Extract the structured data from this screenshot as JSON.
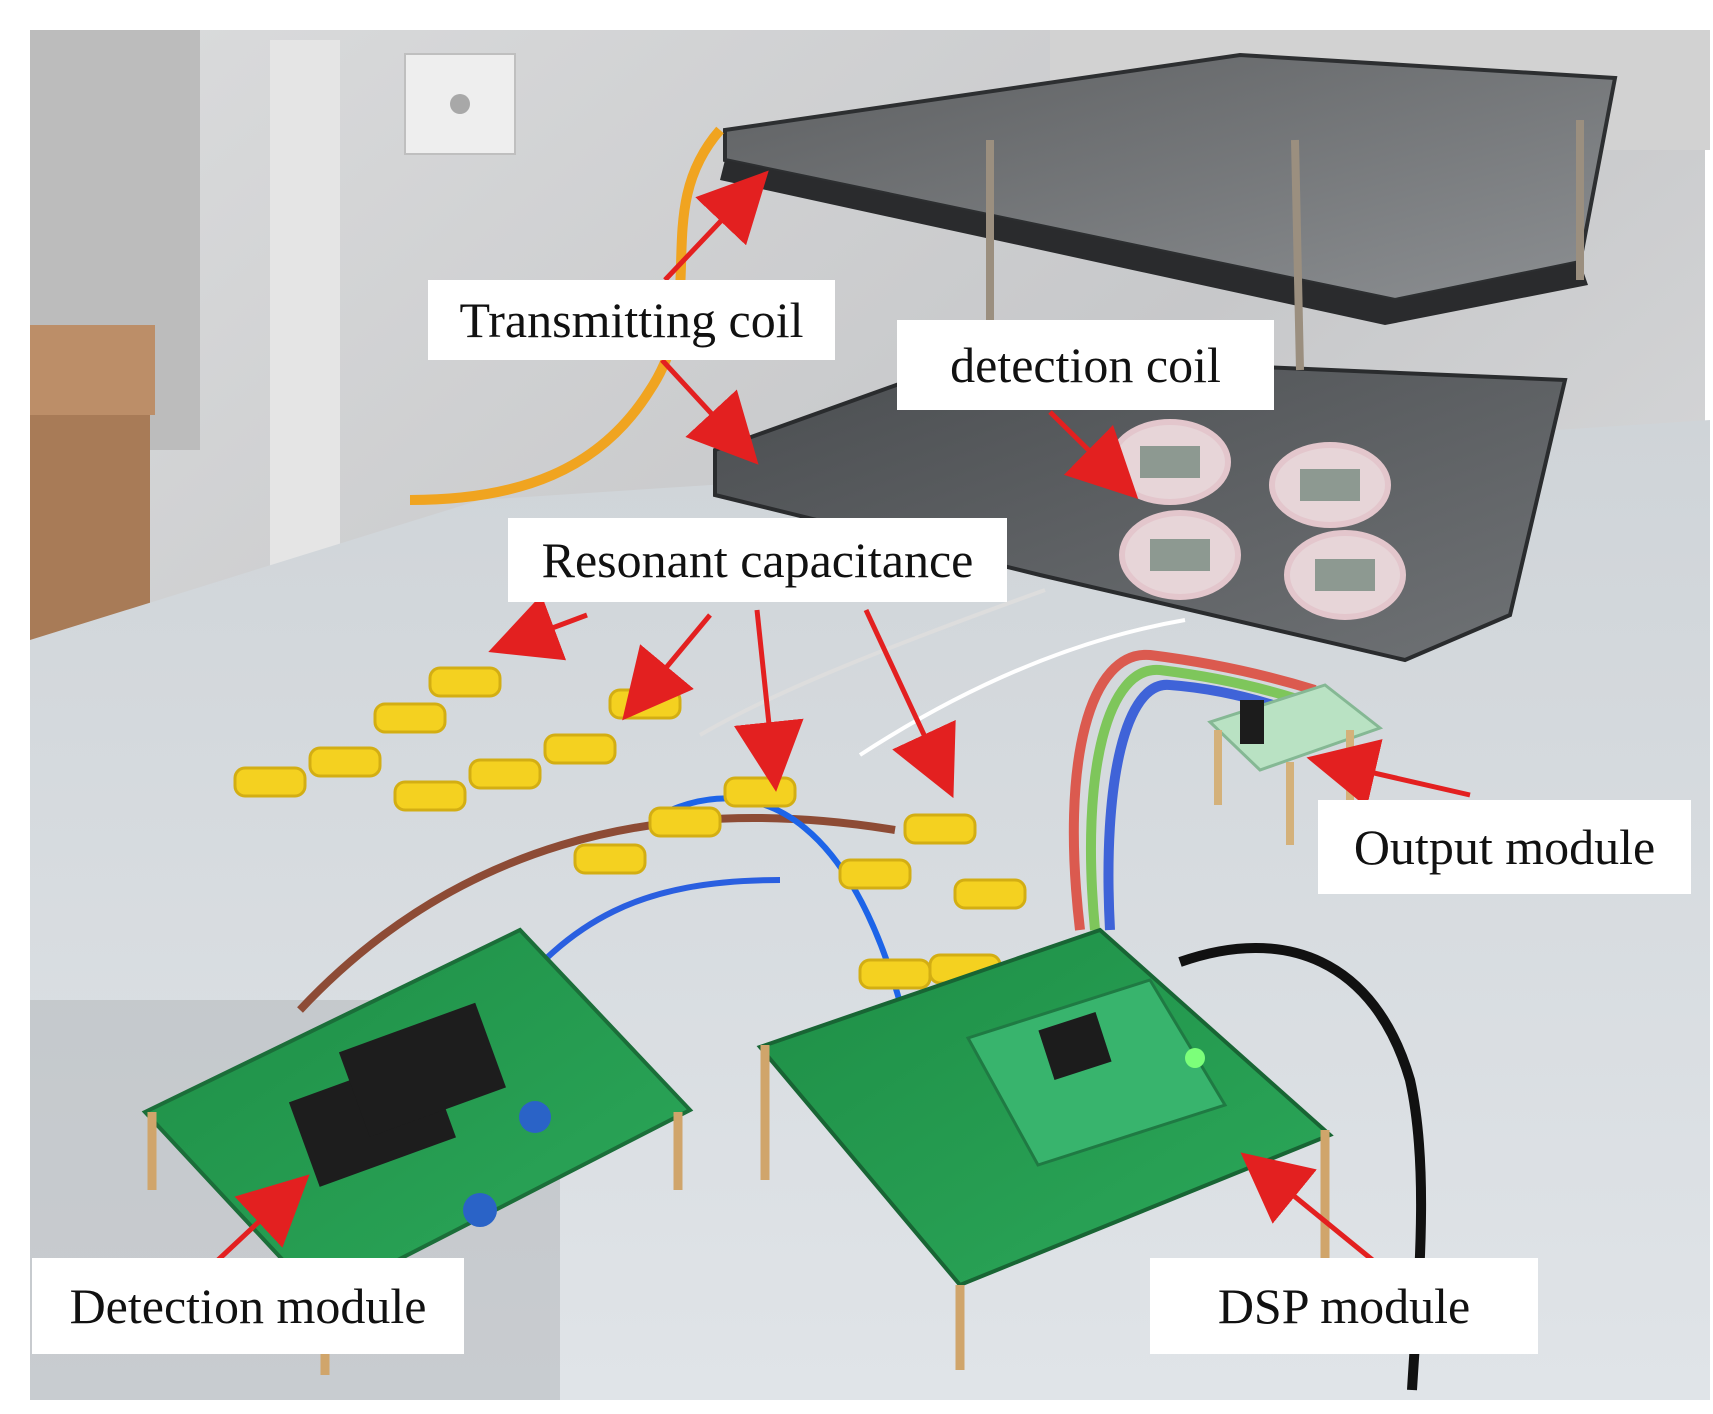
{
  "labels": {
    "transmitting_coil": "Transmitting coil",
    "detection_coil": "detection coil",
    "resonant_capacitance": "Resonant capacitance",
    "output_module": "Output module",
    "detection_module": "Detection module",
    "dsp_module": "DSP module"
  },
  "colors": {
    "arrow": "#e32020",
    "pcb_green": "#1f9a4a",
    "capacitor_yellow": "#f2d31d",
    "coil_black": "#1f1f1f",
    "desk_gray": "#d7dbe0",
    "wall_gray": "#d7d7d7"
  }
}
